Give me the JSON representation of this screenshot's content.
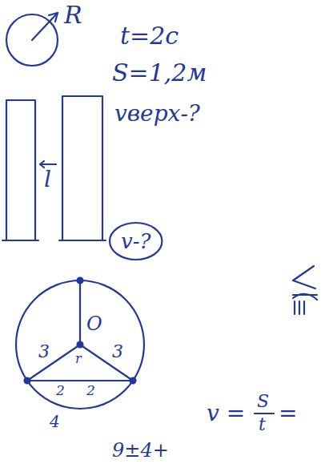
{
  "diagram": {
    "nodes": [
      {
        "text": [
          "v-?"
        ]
      }
    ],
    "labels": [
      "R",
      "t=2с",
      "S=1,2м",
      "vверх-?",
      "l",
      "О",
      "3",
      "3",
      "2",
      "2",
      "4",
      "r",
      "v =",
      "S",
      "t",
      "=",
      "9±4+"
    ]
  }
}
